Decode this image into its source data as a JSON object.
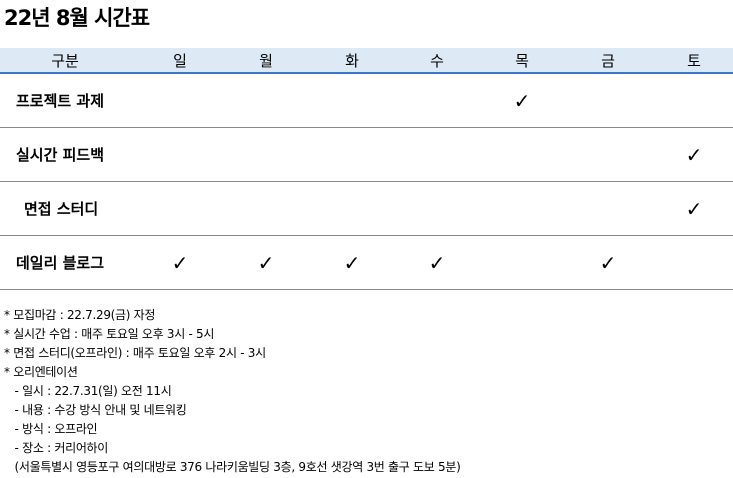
{
  "title": "22년 8월 시간표",
  "columns": [
    "구분",
    "일",
    "월",
    "화",
    "수",
    "목",
    "금",
    "토"
  ],
  "check": "✓",
  "rows": [
    {
      "label": "프로젝트 과제",
      "checks": [
        false,
        false,
        false,
        false,
        true,
        false,
        false
      ]
    },
    {
      "label": "실시간 피드백",
      "checks": [
        false,
        false,
        false,
        false,
        false,
        false,
        true
      ]
    },
    {
      "label": "면접 스터디",
      "checks": [
        false,
        false,
        false,
        false,
        false,
        false,
        true
      ]
    },
    {
      "label": "데일리 블로그",
      "checks": [
        true,
        true,
        true,
        true,
        false,
        true,
        false
      ]
    }
  ],
  "notes": [
    "* 모집마감 : 22.7.29(금) 자정",
    "* 실시간 수업 : 매주 토요일 오후 3시 - 5시",
    "* 면접 스터디(오프라인) : 매주 토요일 오후 2시 - 3시",
    "* 오리엔테이션",
    "   - 일시 : 22.7.31(일) 오전 11시",
    "   - 내용 : 수강 방식 안내 및 네트워킹",
    "   - 방식 : 오프라인",
    "   - 장소 : 커리어하이",
    "   (서울특별시 영등포구 여의대방로 376 나라키움빌딩 3층, 9호선 샛강역 3번 출구 도보 5분)"
  ]
}
